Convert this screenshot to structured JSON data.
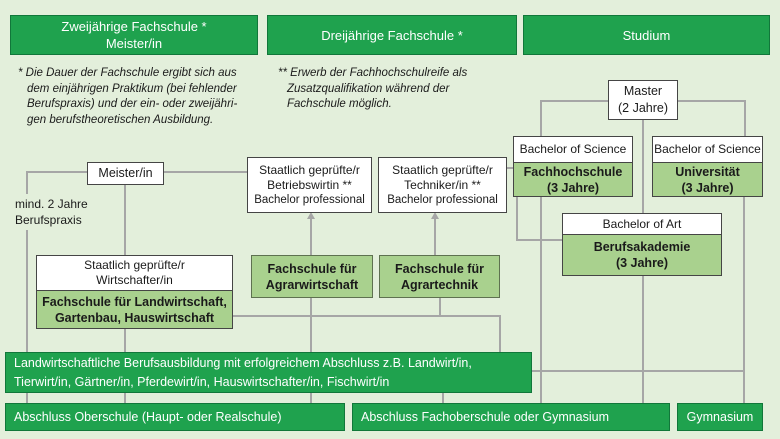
{
  "colors": {
    "background": "#e3efdb",
    "dark_green": "#1fa24e",
    "light_green": "#a9d18e",
    "connector_gray": "#a6a6a6"
  },
  "headers": {
    "zweijaehrige": {
      "line1": "Zweijährige Fachschule *",
      "line2": "Meister/in"
    },
    "dreijaehrige": {
      "line1": "Dreijährige Fachschule *"
    },
    "studium": {
      "line1": "Studium"
    }
  },
  "footnotes": {
    "one": {
      "line1": "* Die Dauer der Fachschule ergibt sich aus",
      "line2": "dem einjährigen Praktikum (bei fehlender",
      "line3": "Berufspraxis) und der ein- oder zweijähri-",
      "line4": "gen berufstheoretischen Ausbildung."
    },
    "two": {
      "line1": "** Erwerb der Fachhochschulreife als",
      "line2": "Zusatzqualifikation während der",
      "line3": "Fachschule möglich."
    }
  },
  "boxes": {
    "master": {
      "line1": "Master",
      "line2": "(2 Jahre)"
    },
    "bsc_fh": {
      "header": "Bachelor of Science",
      "line1": "Fachhochschule",
      "line2": "(3 Jahre)"
    },
    "bsc_uni": {
      "header": "Bachelor of Science",
      "line1": "Universität",
      "line2": "(3 Jahre)"
    },
    "ba_art": {
      "header": "Bachelor of Art",
      "line1": "Berufsakademie",
      "line2": "(3 Jahre)"
    },
    "meister": {
      "line1": "Meister/in"
    },
    "berufspraxis_label": {
      "line1": "mind. 2 Jahre",
      "line2": "Berufspraxis"
    },
    "betriebswirtin": {
      "line1": "Staatlich geprüfte/r",
      "line2": "Betriebswirtin **",
      "line3": "Bachelor professional"
    },
    "techniker": {
      "line1": "Staatlich geprüfte/r",
      "line2": "Techniker/in **",
      "line3": "Bachelor professional"
    },
    "wirtschafter": {
      "line1": "Staatlich geprüfte/r",
      "line2": "Wirtschafter/in",
      "line3": "Fachschule für Landwirtschaft,",
      "line4": "Gartenbau, Hauswirtschaft"
    },
    "agrarwirtschaft": {
      "line1": "Fachschule für",
      "line2": "Agrarwirtschaft"
    },
    "agrartechnik": {
      "line1": "Fachschule für",
      "line2": "Agrartechnik"
    },
    "berufsausbildung": {
      "line1": "Landwirtschaftliche Berufsausbildung mit erfolgreichem Abschluss z.B. Landwirt/in,",
      "line2": "Tierwirt/in, Gärtner/in, Pferdewirt/in, Hauswirtschafter/in, Fischwirt/in"
    },
    "oberschule": {
      "line1": "Abschluss Oberschule (Haupt- oder Realschule)"
    },
    "fachoberschule": {
      "line1": "Abschluss Fachoberschule oder Gymnasium"
    },
    "gymnasium": {
      "line1": "Gymnasium"
    }
  }
}
